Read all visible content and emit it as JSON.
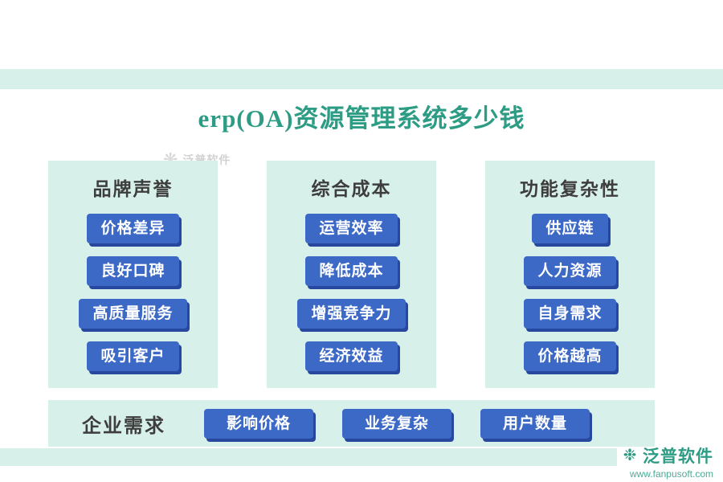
{
  "title": "erp(OA)资源管理系统多少钱",
  "columns": [
    {
      "header": "品牌声誉",
      "items": [
        "价格差异",
        "良好口碑",
        "高质量服务",
        "吸引客户"
      ]
    },
    {
      "header": "综合成本",
      "items": [
        "运营效率",
        "降低成本",
        "增强竞争力",
        "经济效益"
      ]
    },
    {
      "header": "功能复杂性",
      "items": [
        "供应链",
        "人力资源",
        "自身需求",
        "价格越高"
      ]
    }
  ],
  "bottom_row": {
    "header": "企业需求",
    "items": [
      "影响价格",
      "业务复杂",
      "用户数量"
    ]
  },
  "watermark_top": {
    "brand": "泛普软件"
  },
  "watermark_bottom": {
    "brand": "泛普软件",
    "url": "www.fanpusoft.com"
  },
  "colors": {
    "panel_bg": "#d8f0ea",
    "title_color": "#2d9c84",
    "button_bg": "#3c69c6",
    "button_shadow": "#27489e",
    "header_text": "#3d3d3d",
    "watermark_teal": "#2d9c84"
  }
}
